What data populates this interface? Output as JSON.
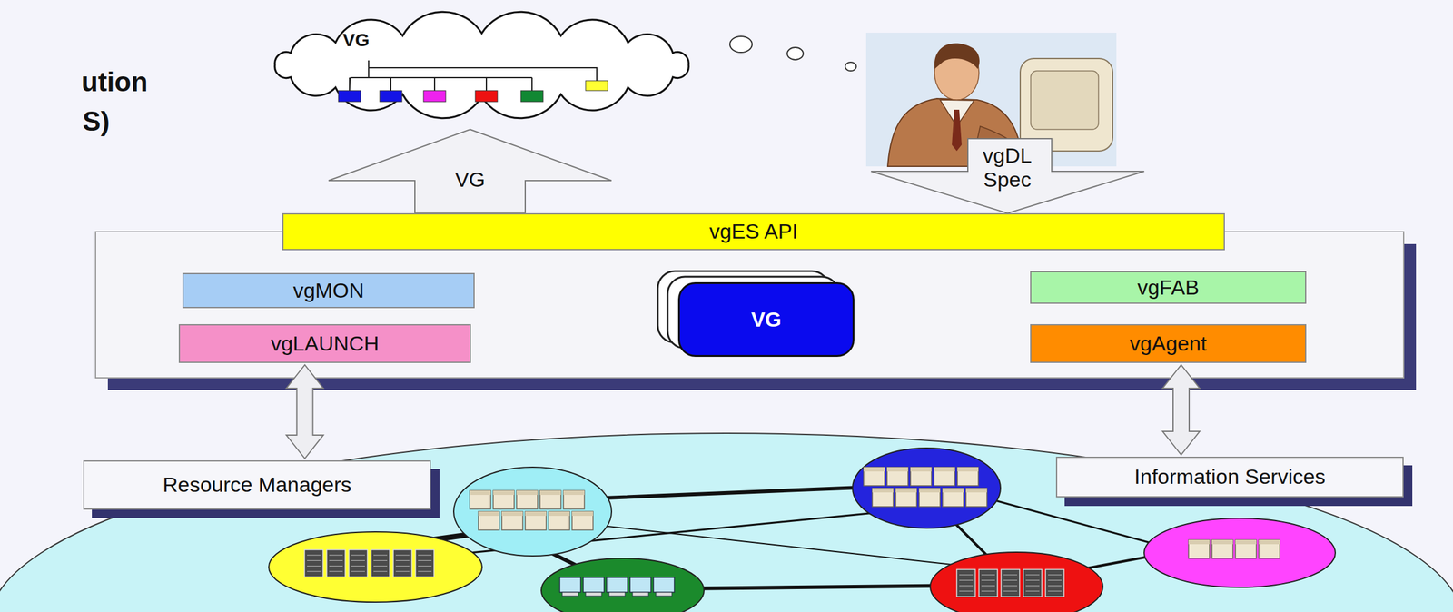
{
  "diagram": {
    "nodes": [
      {
        "text": [
          "VG"
        ]
      },
      {
        "text": [
          "VG"
        ]
      },
      {
        "text": [
          "vgDL Spec"
        ]
      },
      {
        "text": [
          "vgES API"
        ]
      },
      {
        "text": [
          "vgMON"
        ]
      },
      {
        "text": [
          "vgLAUNCH"
        ]
      },
      {
        "text": [
          "VG"
        ]
      },
      {
        "text": [
          "vgFAB"
        ]
      },
      {
        "text": [
          "vgAgent"
        ]
      },
      {
        "text": [
          "Resource Managers"
        ]
      },
      {
        "text": [
          "Information Services"
        ]
      }
    ],
    "edges": [
      {
        "from": 5,
        "to": 9,
        "arrow": "both"
      },
      {
        "from": 8,
        "to": 10,
        "arrow": "both"
      }
    ],
    "labels": [
      "ution",
      "S)"
    ]
  }
}
